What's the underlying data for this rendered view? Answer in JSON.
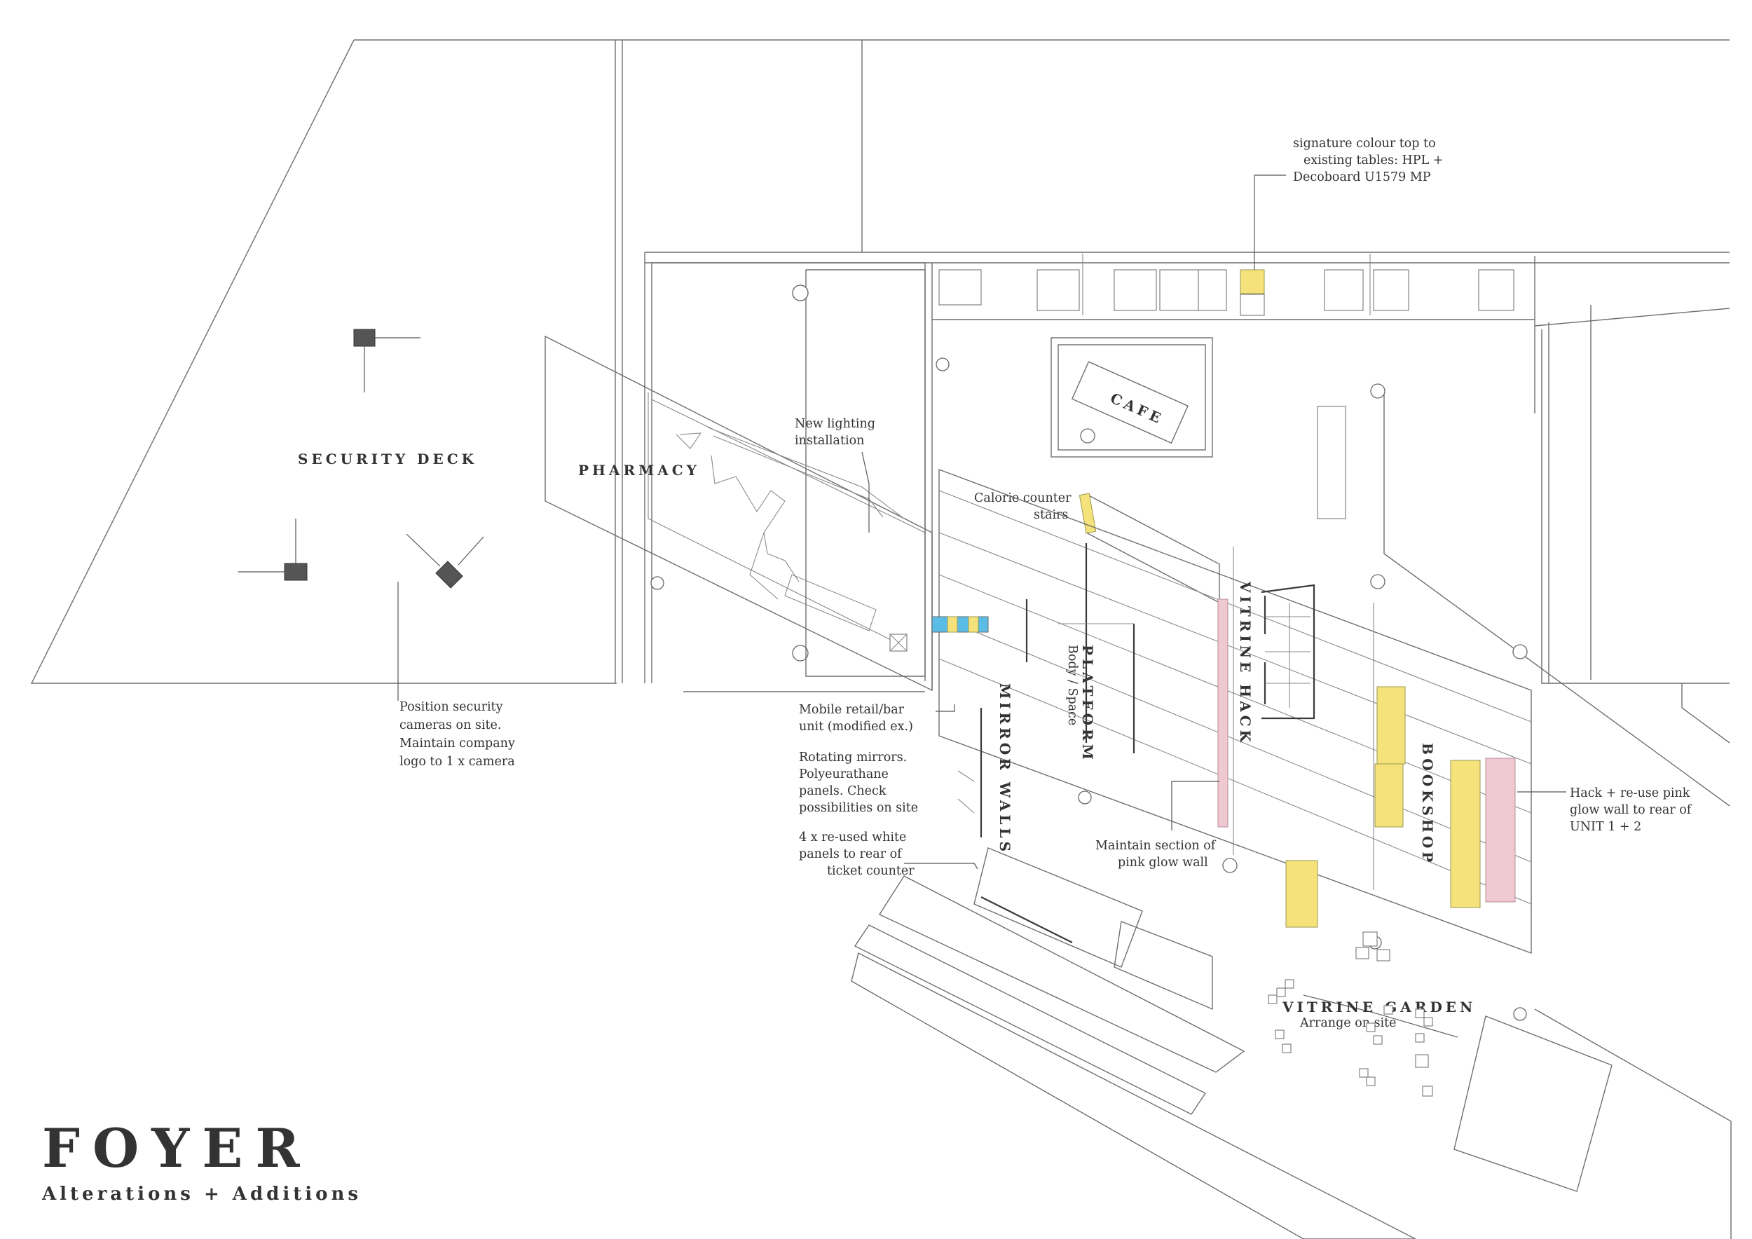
{
  "title": {
    "main": "FOYER",
    "subtitle": "Alterations + Additions"
  },
  "zones": {
    "security_deck": "SECURITY DECK",
    "pharmacy": "PHARMACY",
    "cafe": "CAFE",
    "vitrine_hack": "VITRINE HACK",
    "platform": "PLATFORM",
    "platform_sub": "Body / Space",
    "mirror_walls": "MIRROR WALLS",
    "bookshop": "BOOKSHOP",
    "vitrine_garden": "VITRINE GARDEN",
    "vitrine_garden_sub": "Arrange on site"
  },
  "notes": {
    "signature_colour": [
      "signature colour top to",
      "existing tables: HPL +",
      "Decoboard U1579 MP"
    ],
    "new_lighting": [
      "New lighting",
      "installation"
    ],
    "calorie_counter": [
      "Calorie counter",
      "stairs"
    ],
    "security_cameras": [
      "Position security",
      "cameras on site.",
      "Maintain company",
      "logo to 1 x camera"
    ],
    "mobile_unit": [
      "Mobile retail/bar",
      "unit (modified ex.)"
    ],
    "rotating_mirrors": [
      "Rotating mirrors.",
      "Polyeurathane",
      "panels. Check",
      "possibilities on site"
    ],
    "white_panels": [
      "4 x re-used white",
      "panels to rear of",
      "ticket counter"
    ],
    "pink_glow": [
      "Maintain section of",
      "pink glow wall"
    ],
    "hack_pink": [
      "Hack + re-use pink",
      "glow wall to rear of",
      "UNIT 1 + 2"
    ]
  },
  "colors": {
    "signature_yellow": "#f6e27a",
    "pink_glow": "#eec9d2",
    "mobile_unit_blue": "#5bbde6",
    "line": "#6e6e6e",
    "text": "#333333"
  }
}
